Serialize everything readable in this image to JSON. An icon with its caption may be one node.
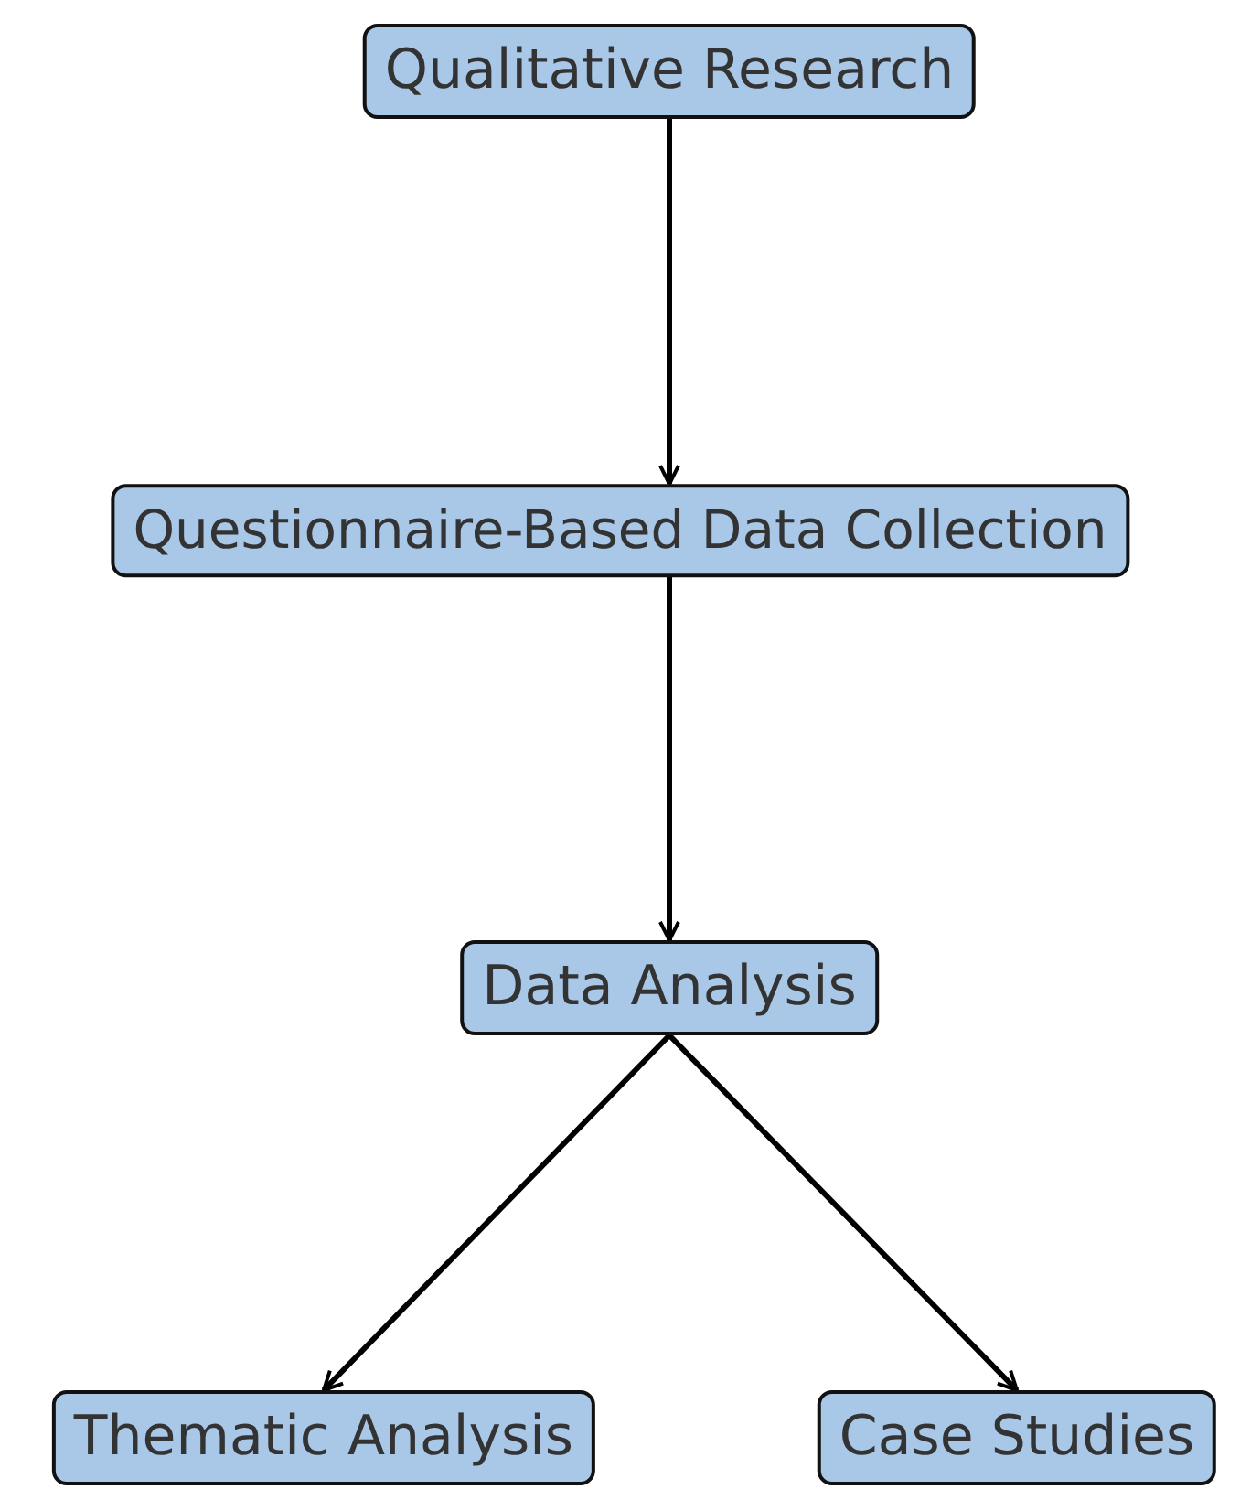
{
  "diagram": {
    "nodes": [
      {
        "text": [
          "Qualitative Research"
        ]
      },
      {
        "text": [
          "Questionnaire-Based Data Collection"
        ]
      },
      {
        "text": [
          "Data Analysis"
        ]
      },
      {
        "text": [
          "Thematic Analysis"
        ]
      },
      {
        "text": [
          "Case Studies"
        ]
      }
    ],
    "edges": [
      {
        "from": 0,
        "to": 1,
        "arrow": "to"
      },
      {
        "from": 1,
        "to": 2,
        "arrow": "to"
      },
      {
        "from": 2,
        "to": 3,
        "arrow": "to"
      },
      {
        "from": 2,
        "to": 4,
        "arrow": "to"
      }
    ]
  }
}
